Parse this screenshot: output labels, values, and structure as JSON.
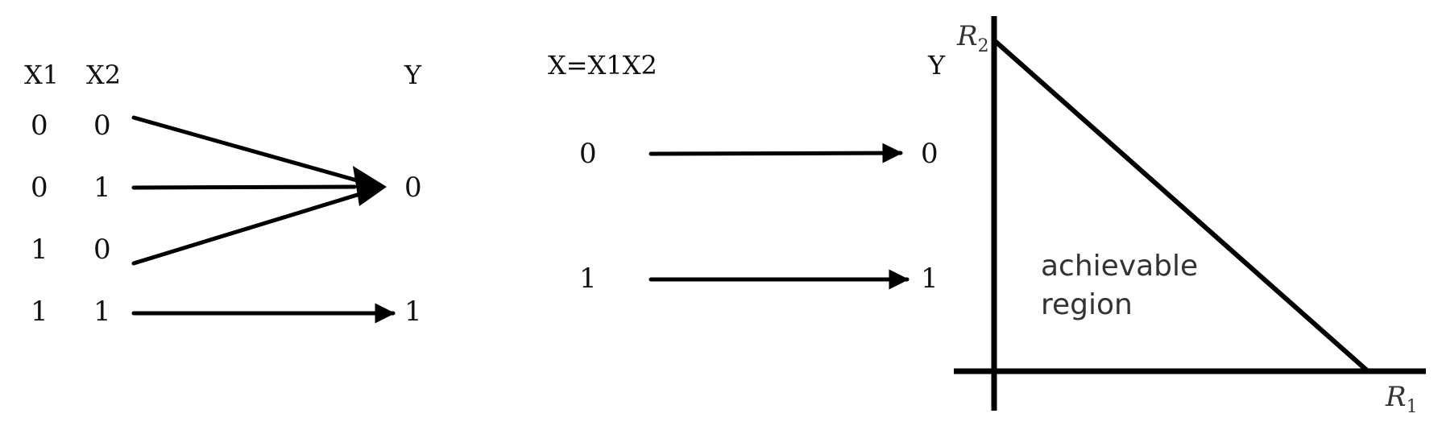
{
  "left_diagram": {
    "headers": {
      "x1": "X1",
      "x2": "X2",
      "y": "Y"
    },
    "rows": [
      {
        "x1": "0",
        "x2": "0"
      },
      {
        "x1": "0",
        "x2": "1"
      },
      {
        "x1": "1",
        "x2": "0"
      },
      {
        "x1": "1",
        "x2": "1"
      }
    ],
    "outputs": [
      "0",
      "1"
    ]
  },
  "middle_diagram": {
    "headers": {
      "x": "X=X1X2",
      "y": "Y"
    },
    "inputs": [
      "0",
      "1"
    ],
    "outputs": [
      "0",
      "1"
    ]
  },
  "rate_region": {
    "axis_y": {
      "symbol": "R",
      "sub": "2"
    },
    "axis_x": {
      "symbol": "R",
      "sub": "1"
    },
    "region_label_line1": "achievable",
    "region_label_line2": "region"
  }
}
